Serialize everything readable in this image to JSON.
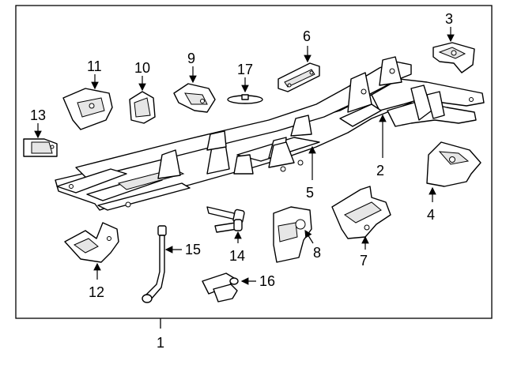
{
  "callouts": {
    "c1": "1",
    "c2": "2",
    "c3": "3",
    "c4": "4",
    "c5": "5",
    "c6": "6",
    "c7": "7",
    "c8": "8",
    "c9": "9",
    "c10": "10",
    "c11": "11",
    "c12": "12",
    "c13": "13",
    "c14": "14",
    "c15": "15",
    "c16": "16",
    "c17": "17"
  },
  "colors": {
    "line": "#000000",
    "background": "#ffffff",
    "shade": "#e6e6e6"
  }
}
